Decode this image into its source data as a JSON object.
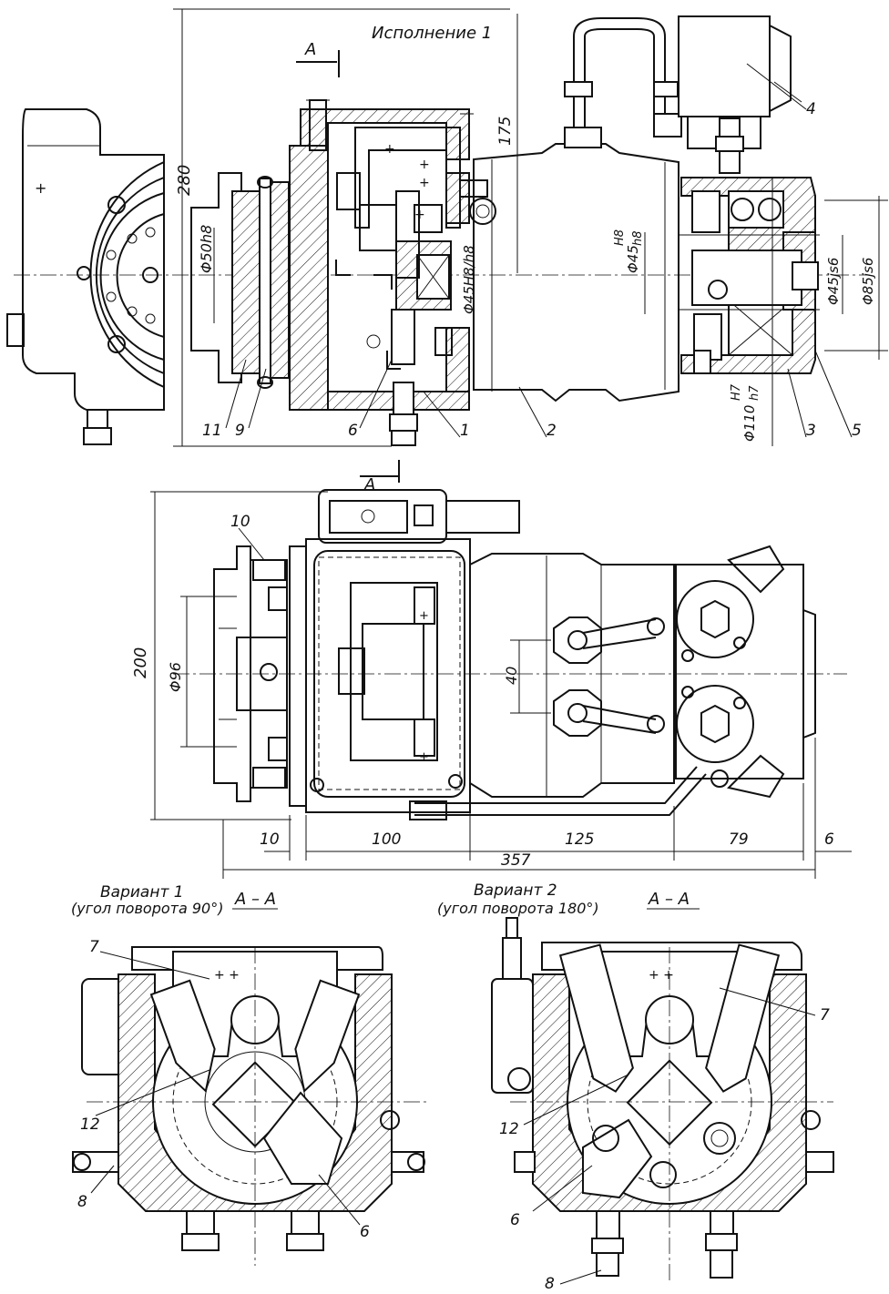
{
  "labels": {
    "execution": "Исполнение 1",
    "section_a": "А",
    "variant1": "Вариант 1",
    "variant1_note": "(угол поворота 90°)",
    "variant2": "Вариант 2",
    "variant2_note": "(угол поворота 180°)",
    "section_aa": "А – А"
  },
  "dimensions": {
    "h280": "280",
    "h175": "175",
    "d50": "Φ50h8",
    "d45fit": "Φ45H8/h8",
    "d45a": "Φ45",
    "h8a": "H8",
    "h8b": "h8",
    "d110": "Φ110",
    "h7a": "H7",
    "h7b": "h7",
    "d45js": "Φ45js6",
    "d85": "Φ85js6",
    "h200": "200",
    "d96": "Φ96",
    "d40": "40",
    "w10": "10",
    "w100": "100",
    "w125": "125",
    "w79": "79",
    "w6": "6",
    "w357": "357"
  },
  "callouts": {
    "c1": "1",
    "c2": "2",
    "c3": "3",
    "c4": "4",
    "c5": "5",
    "c6": "6",
    "c9": "9",
    "c10": "10",
    "c11": "11",
    "c7": "7",
    "c12": "12",
    "c8": "8",
    "c7b": "7",
    "c12b": "12",
    "c6b": "6",
    "c6c": "6",
    "c8b": "8"
  }
}
